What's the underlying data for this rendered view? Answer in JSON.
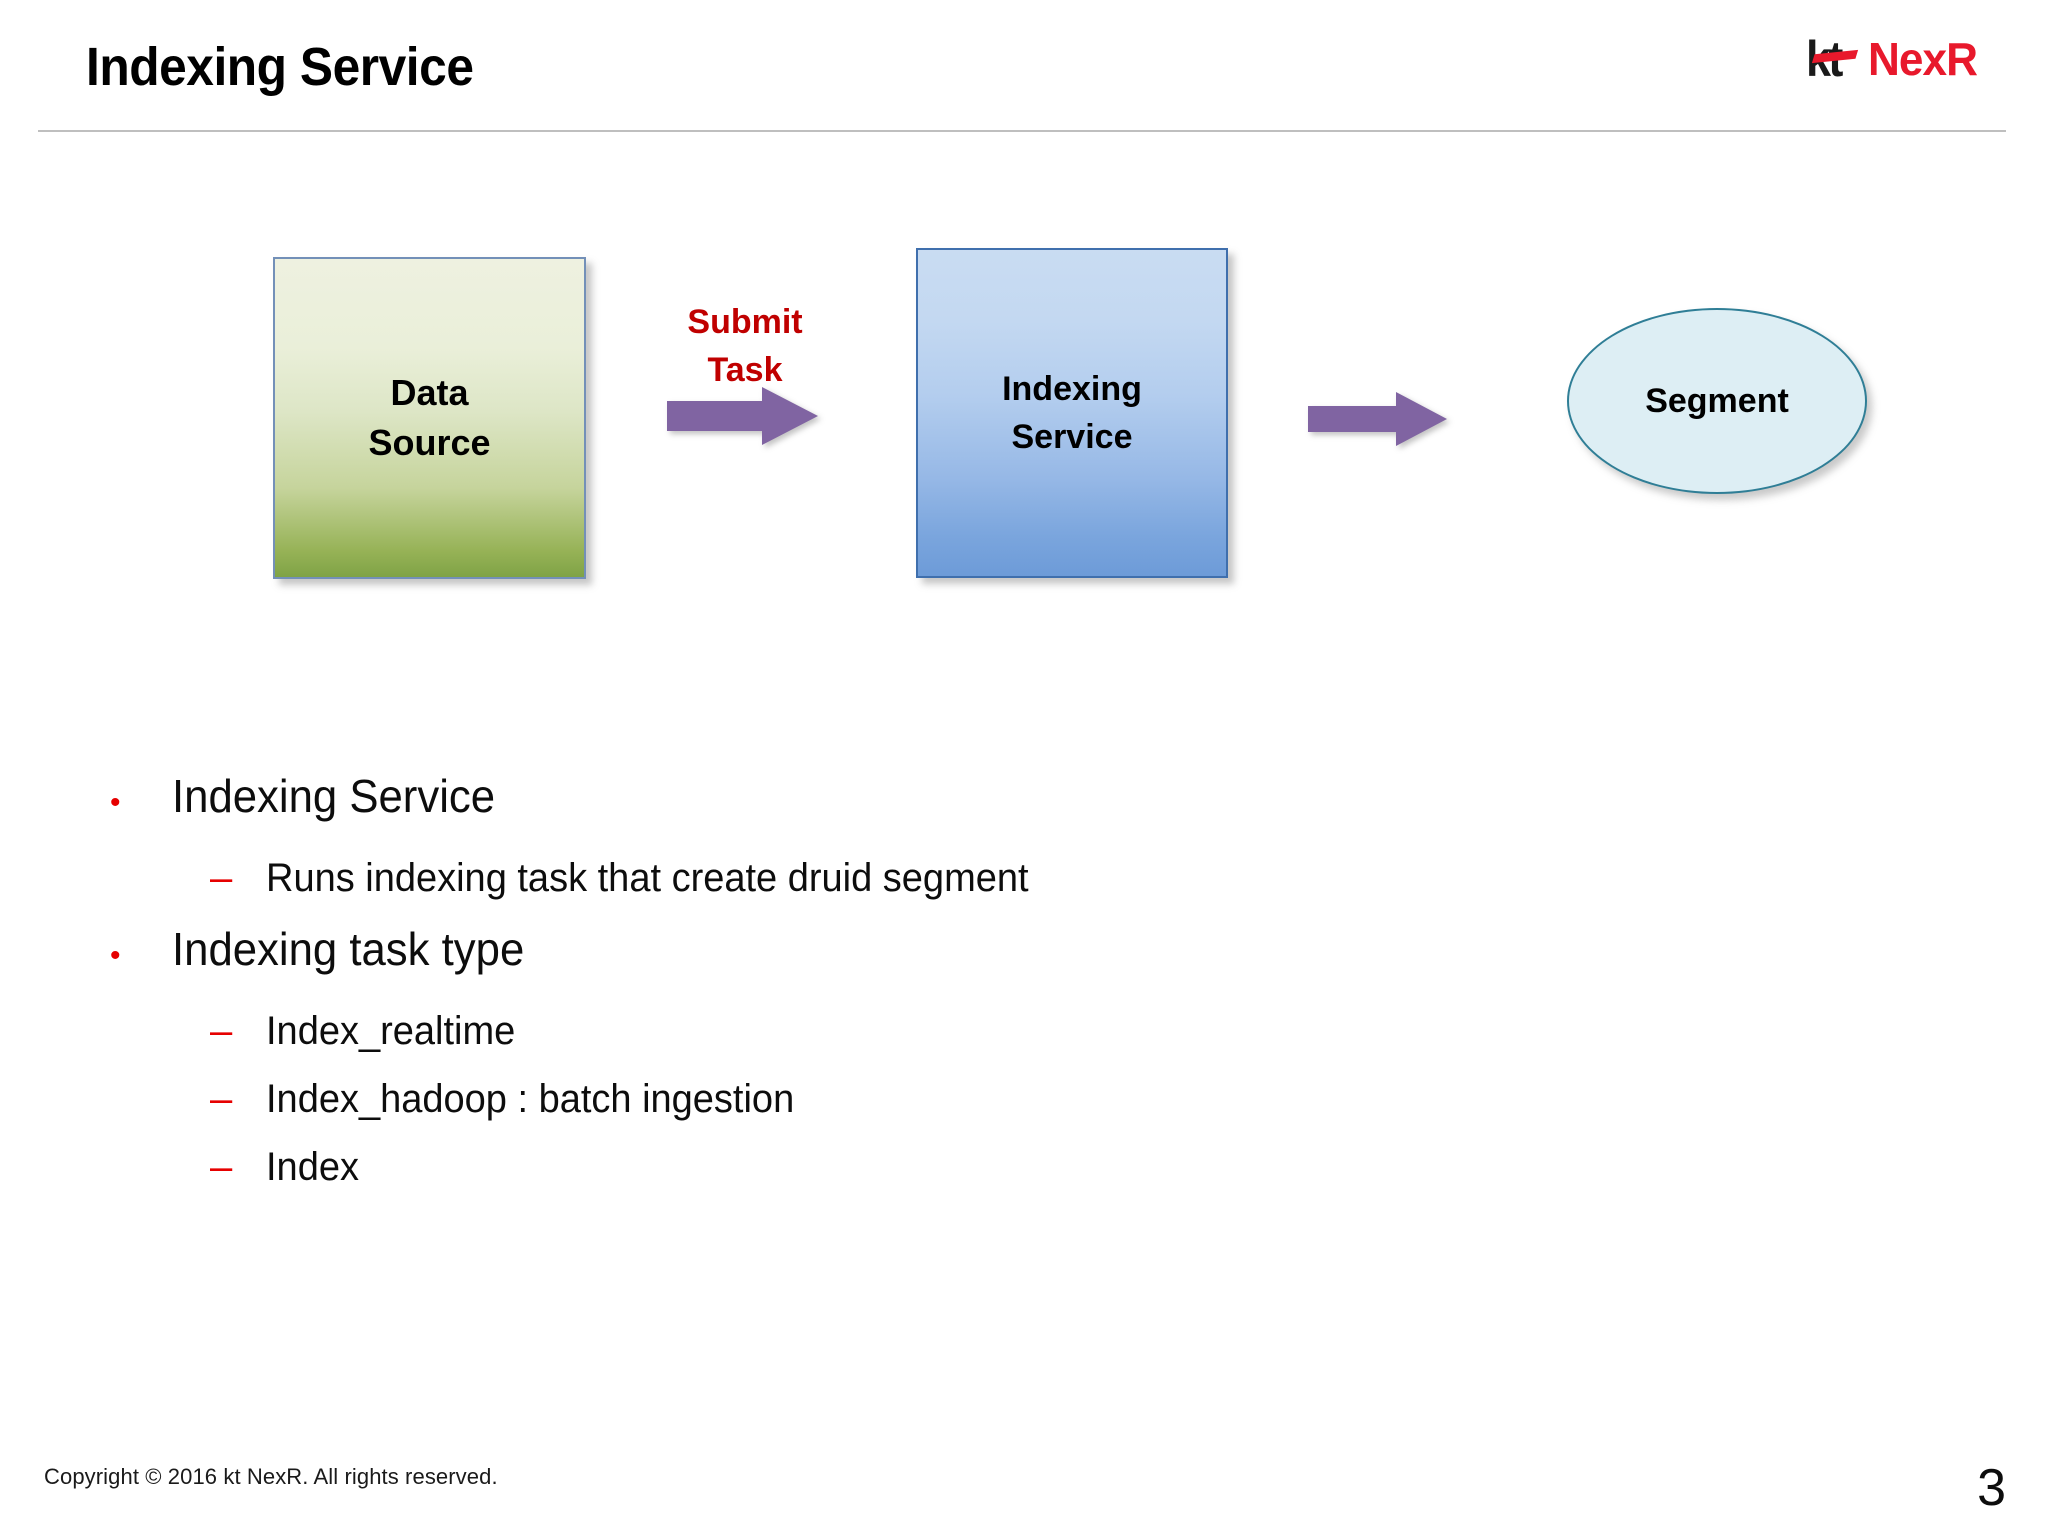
{
  "header": {
    "title": "Indexing Service",
    "logo": {
      "kt_text": "kt",
      "nexr_text": "NexR",
      "kt_color": "#1a1a1a",
      "nexr_color": "#e8192c"
    },
    "rule_color": "#bfbfbf"
  },
  "diagram": {
    "nodes": [
      {
        "id": "data-source",
        "label": "Data\nSource",
        "line1": "Data",
        "line2": "Source",
        "shape": "rectangle",
        "fill_top": "#eef1e0",
        "fill_bottom": "#7fa346",
        "border_color": "#7390b8"
      },
      {
        "id": "indexing-service",
        "label": "Indexing\nService",
        "line1": "Indexing",
        "line2": "Service",
        "shape": "rectangle",
        "fill_top": "#c9dcf2",
        "fill_bottom": "#6d9bd8",
        "border_color": "#3f6fad"
      },
      {
        "id": "segment",
        "label": "Segment",
        "shape": "ellipse",
        "fill": "#ddeef4",
        "border_color": "#2f7e96"
      }
    ],
    "edges": [
      {
        "id": "submit-task",
        "from": "data-source",
        "to": "indexing-service",
        "label_line1": "Submit",
        "label_line2": "Task",
        "label_color": "#c00000",
        "arrow_color": "#8064a2"
      },
      {
        "id": "produce-segment",
        "from": "indexing-service",
        "to": "segment",
        "label_line1": "",
        "label_line2": "",
        "arrow_color": "#8064a2"
      }
    ]
  },
  "content": {
    "bullets": [
      {
        "marker": "•",
        "marker_color": "#e60000",
        "text": "Indexing Service",
        "children": [
          {
            "marker": "–",
            "marker_color": "#e60000",
            "text": "Runs indexing task that create druid segment"
          }
        ]
      },
      {
        "marker": "•",
        "marker_color": "#e60000",
        "text": "Indexing task type",
        "children": [
          {
            "marker": "–",
            "marker_color": "#e60000",
            "text": "Index_realtime"
          },
          {
            "marker": "–",
            "marker_color": "#e60000",
            "text": "Index_hadoop : batch ingestion"
          },
          {
            "marker": "–",
            "marker_color": "#e60000",
            "text": "Index"
          }
        ]
      }
    ]
  },
  "footer": {
    "copyright": "Copyright © 2016 kt NexR. All rights reserved.",
    "page_number": "3"
  }
}
